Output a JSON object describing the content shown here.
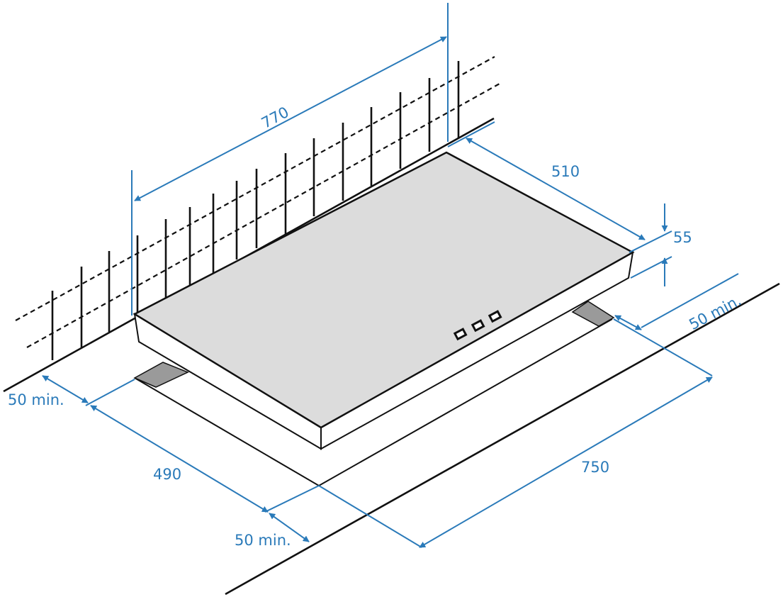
{
  "colors": {
    "line": "#111111",
    "dimension": "#2a7ab9",
    "hob_top": "#dcdcdc",
    "hob_side": "#ffffff",
    "support": "#9a9a9a"
  },
  "dimensions": {
    "width_770": "770",
    "depth_510": "510",
    "height_55": "55",
    "cutout_width_750": "750",
    "cutout_depth_490": "490",
    "clearance_back": "50 min.",
    "clearance_front": "50 min.",
    "clearance_side": "50 min."
  }
}
